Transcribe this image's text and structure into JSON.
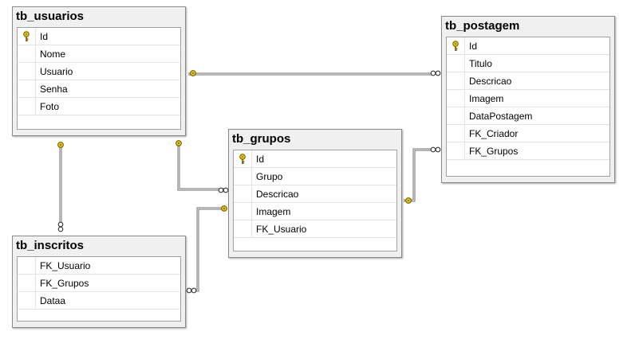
{
  "tables": {
    "tb_usuarios": {
      "title": "tb_usuarios",
      "columns": [
        {
          "name": "Id",
          "pk": true
        },
        {
          "name": "Nome",
          "pk": false
        },
        {
          "name": "Usuario",
          "pk": false
        },
        {
          "name": "Senha",
          "pk": false
        },
        {
          "name": "Foto",
          "pk": false
        }
      ]
    },
    "tb_postagem": {
      "title": "tb_postagem",
      "columns": [
        {
          "name": "Id",
          "pk": true
        },
        {
          "name": "Titulo",
          "pk": false
        },
        {
          "name": "Descricao",
          "pk": false
        },
        {
          "name": "Imagem",
          "pk": false
        },
        {
          "name": "DataPostagem",
          "pk": false
        },
        {
          "name": "FK_Criador",
          "pk": false
        },
        {
          "name": "FK_Grupos",
          "pk": false
        }
      ]
    },
    "tb_grupos": {
      "title": "tb_grupos",
      "columns": [
        {
          "name": "Id",
          "pk": true
        },
        {
          "name": "Grupo",
          "pk": false
        },
        {
          "name": "Descricao",
          "pk": false
        },
        {
          "name": "Imagem",
          "pk": false
        },
        {
          "name": "FK_Usuario",
          "pk": false
        }
      ]
    },
    "tb_inscritos": {
      "title": "tb_inscritos",
      "columns": [
        {
          "name": "FK_Usuario",
          "pk": false
        },
        {
          "name": "FK_Grupos",
          "pk": false
        },
        {
          "name": "Dataa",
          "pk": false
        }
      ]
    }
  },
  "relationships": [
    {
      "from": "tb_postagem",
      "to": "tb_usuarios",
      "one_end": "tb_usuarios",
      "many_end": "tb_postagem"
    },
    {
      "from": "tb_postagem",
      "to": "tb_grupos",
      "one_end": "tb_grupos",
      "many_end": "tb_postagem"
    },
    {
      "from": "tb_grupos",
      "to": "tb_usuarios",
      "one_end": "tb_usuarios",
      "many_end": "tb_grupos"
    },
    {
      "from": "tb_inscritos",
      "to": "tb_usuarios",
      "one_end": "tb_usuarios",
      "many_end": "tb_inscritos"
    },
    {
      "from": "tb_inscritos",
      "to": "tb_grupos",
      "one_end": "tb_grupos",
      "many_end": "tb_inscritos"
    }
  ],
  "icons": {
    "primary_key": "key-icon",
    "one_end": "key-icon",
    "many_end": "infinity-icon"
  },
  "colors": {
    "key": "#e8c800",
    "line": "#6e6e6e",
    "background": "#ffffff"
  }
}
